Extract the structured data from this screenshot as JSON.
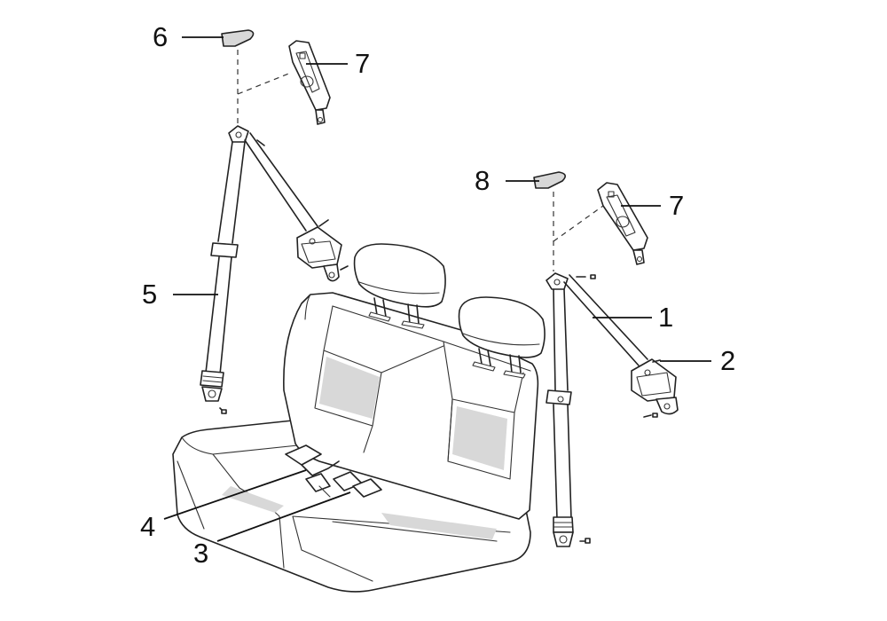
{
  "callouts": [
    {
      "id": "c6",
      "text": "6"
    },
    {
      "id": "c7a",
      "text": "7"
    },
    {
      "id": "c8",
      "text": "8"
    },
    {
      "id": "c7b",
      "text": "7"
    },
    {
      "id": "c5",
      "text": "5"
    },
    {
      "id": "c1",
      "text": "1"
    },
    {
      "id": "c2",
      "text": "2"
    },
    {
      "id": "c4",
      "text": "4"
    },
    {
      "id": "c3",
      "text": "3"
    }
  ],
  "colors": {
    "line": "#222222",
    "background": "#ffffff",
    "shade": "#d8d8d8"
  }
}
